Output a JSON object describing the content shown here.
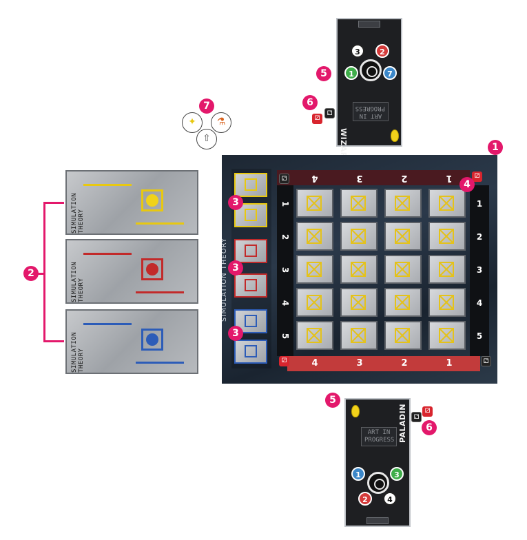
{
  "callouts": [
    "1",
    "2",
    "3",
    "3",
    "3",
    "4",
    "5",
    "6",
    "7",
    "5",
    "6"
  ],
  "wizard": {
    "name": "WIZARD",
    "art_in_progress": "ART IN PROGRESS",
    "tokens": [
      "3",
      "2",
      "1",
      "7"
    ]
  },
  "paladin": {
    "name": "PALADIN",
    "art_in_progress": "ART IN PROGRESS",
    "tokens": [
      "1",
      "3",
      "2",
      "4"
    ]
  },
  "theory_cards": [
    {
      "title": "SIMULATION THEORY",
      "color": "#e8c810"
    },
    {
      "title": "SIMULATION THEORY",
      "color": "#c22a2a"
    },
    {
      "title": "SIMULATION THEORY",
      "color": "#2c5cb8"
    }
  ],
  "board": {
    "logo": "SIMULATION THEORY",
    "top_columns": [
      "4",
      "3",
      "2",
      "1"
    ],
    "bottom_columns": [
      "4",
      "3",
      "2",
      "1"
    ],
    "left_rows": [
      "1",
      "2",
      "3",
      "4",
      "5"
    ],
    "right_rows": [
      "1",
      "2",
      "3",
      "4",
      "5"
    ]
  },
  "colors": {
    "callout": "#e3186b",
    "yellow": "#e8c810",
    "red": "#c22a2a",
    "blue": "#2c5cb8"
  }
}
